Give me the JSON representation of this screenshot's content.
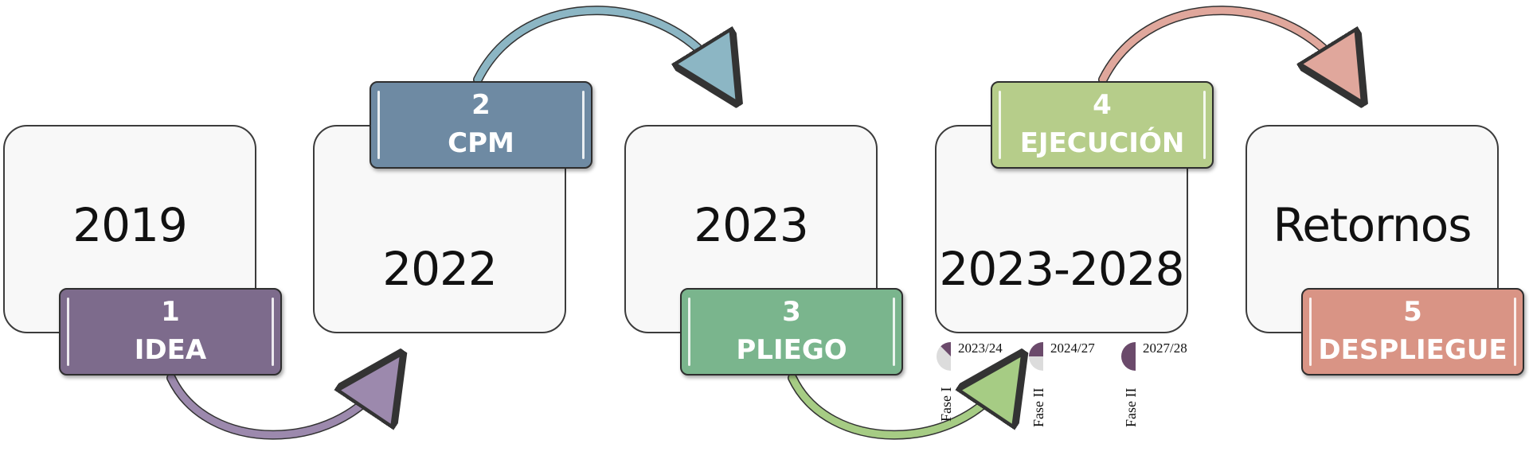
{
  "stages": [
    {
      "year": "2019",
      "number": "1",
      "label": "IDEA"
    },
    {
      "year": "2022",
      "number": "2",
      "label": "CPM"
    },
    {
      "year": "2023",
      "number": "3",
      "label": "PLIEGO"
    },
    {
      "year": "2023-2028",
      "number": "4",
      "label": "EJECUCIÓN"
    },
    {
      "year": "Retornos",
      "number": "5",
      "label": "DESPLIEGUE"
    }
  ],
  "phases": [
    {
      "name": "Fase I",
      "period": "2023/24",
      "progress": 0.25
    },
    {
      "name": "Fase II",
      "period": "2024/27",
      "progress": 0.5
    },
    {
      "name": "Fase II",
      "period": "2027/28",
      "progress": 1.0
    }
  ],
  "colors": {
    "stage_1": "#7d6b8c",
    "stage_2": "#6e8aa3",
    "stage_3": "#7ab58d",
    "stage_4": "#b6cd8a",
    "stage_5": "#d99485",
    "arrow_1": "#9c89ad",
    "arrow_2": "#8cb6c4",
    "arrow_3": "#a6cc84",
    "arrow_4": "#e0a79c",
    "phase_fill": "#6b4a6b",
    "phase_bg": "#dcdcdc"
  }
}
